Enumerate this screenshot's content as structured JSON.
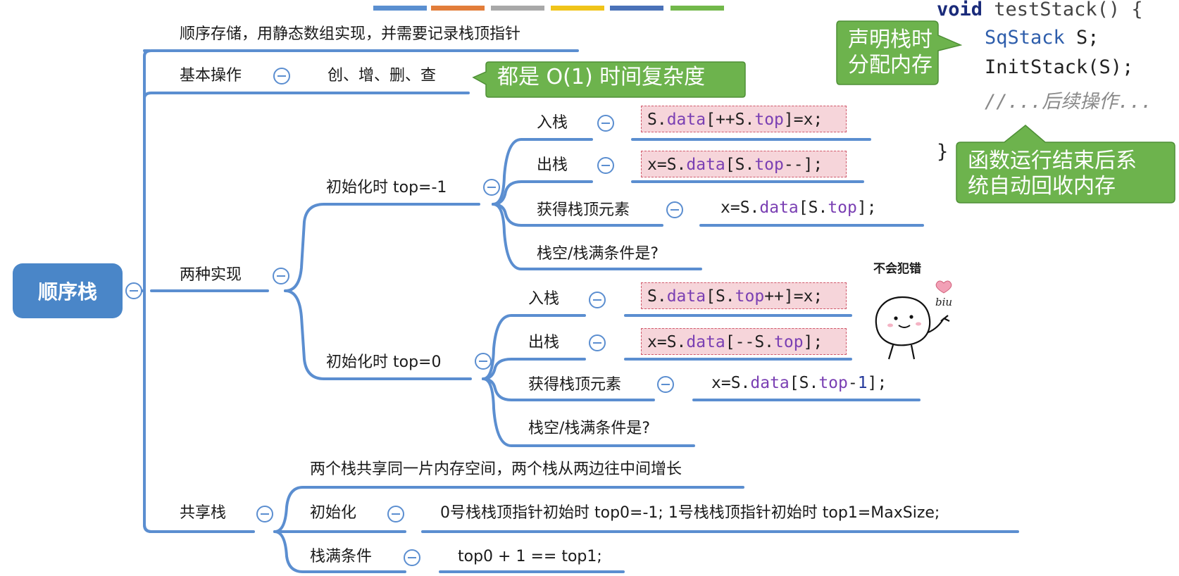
{
  "top_bar_colors": [
    "#5a8fd0",
    "#e27d3a",
    "#a8a8a8",
    "#f0c419",
    "#4a72b8",
    "#72b84a"
  ],
  "root": "顺序栈",
  "branch_storage": "顺序存储，用静态数组实现，并需要记录栈顶指针",
  "basic_ops": {
    "label": "基本操作",
    "value": "创、增、删、查",
    "callout": "都是 O(1) 时间复杂度"
  },
  "two_impl": {
    "label": "两种实现",
    "init_neg1": {
      "label": "初始化时 top=-1",
      "push": {
        "label": "入栈",
        "code": [
          {
            "t": "S.",
            "c": "plain"
          },
          {
            "t": "data",
            "c": "kw"
          },
          {
            "t": "[++S.",
            "c": "plain"
          },
          {
            "t": "top",
            "c": "kw"
          },
          {
            "t": "]=x;",
            "c": "plain"
          }
        ]
      },
      "pop": {
        "label": "出栈",
        "code": [
          {
            "t": "x=S.",
            "c": "plain"
          },
          {
            "t": "data",
            "c": "kw"
          },
          {
            "t": "[S.",
            "c": "plain"
          },
          {
            "t": "top",
            "c": "kw"
          },
          {
            "t": "--];",
            "c": "plain"
          }
        ]
      },
      "get_top": {
        "label": "获得栈顶元素",
        "code": [
          {
            "t": "x=S.",
            "c": "plain"
          },
          {
            "t": "data",
            "c": "kw"
          },
          {
            "t": "[S.",
            "c": "plain"
          },
          {
            "t": "top",
            "c": "kw"
          },
          {
            "t": "];",
            "c": "plain"
          }
        ]
      },
      "cond": "栈空/栈满条件是?"
    },
    "init_0": {
      "label": "初始化时 top=0",
      "push": {
        "label": "入栈",
        "code": [
          {
            "t": "S.",
            "c": "plain"
          },
          {
            "t": "data",
            "c": "kw"
          },
          {
            "t": "[S.",
            "c": "plain"
          },
          {
            "t": "top",
            "c": "kw"
          },
          {
            "t": "++]=x;",
            "c": "plain"
          }
        ]
      },
      "pop": {
        "label": "出栈",
        "code": [
          {
            "t": "x=S.",
            "c": "plain"
          },
          {
            "t": "data",
            "c": "kw"
          },
          {
            "t": "[--S.",
            "c": "plain"
          },
          {
            "t": "top",
            "c": "kw"
          },
          {
            "t": "];",
            "c": "plain"
          }
        ]
      },
      "get_top": {
        "label": "获得栈顶元素",
        "code": [
          {
            "t": "x=S.",
            "c": "plain"
          },
          {
            "t": "data",
            "c": "kw"
          },
          {
            "t": "[S.",
            "c": "plain"
          },
          {
            "t": "top",
            "c": "kw"
          },
          {
            "t": "-",
            "c": "plain"
          },
          {
            "t": "1",
            "c": "num"
          },
          {
            "t": "];",
            "c": "plain"
          }
        ]
      },
      "cond": "栈空/栈满条件是?"
    }
  },
  "shared": {
    "label": "共享栈",
    "desc": "两个栈共享同一片内存空间，两个栈从两边往中间增长",
    "init_label": "初始化",
    "init_value": "0号栈栈顶指针初始时 top0=-1;   1号栈栈顶指针初始时  top1=MaxSize;",
    "full_label": "栈满条件",
    "full_value": "top0 + 1 == top1;"
  },
  "side_code": {
    "line1_kw": "void",
    "line1_rest": " testStack() {",
    "line2_type": "SqStack",
    "line2_rest": " S;",
    "line3": "InitStack(S);",
    "line4": "//...后续操作...",
    "line5": "}"
  },
  "callout_declare": [
    "声明栈时",
    "分配内存"
  ],
  "callout_end": [
    "函数运行结束后系",
    "统自动回收内存"
  ],
  "sticker": {
    "caption": "不会犯错",
    "small": "biu"
  }
}
